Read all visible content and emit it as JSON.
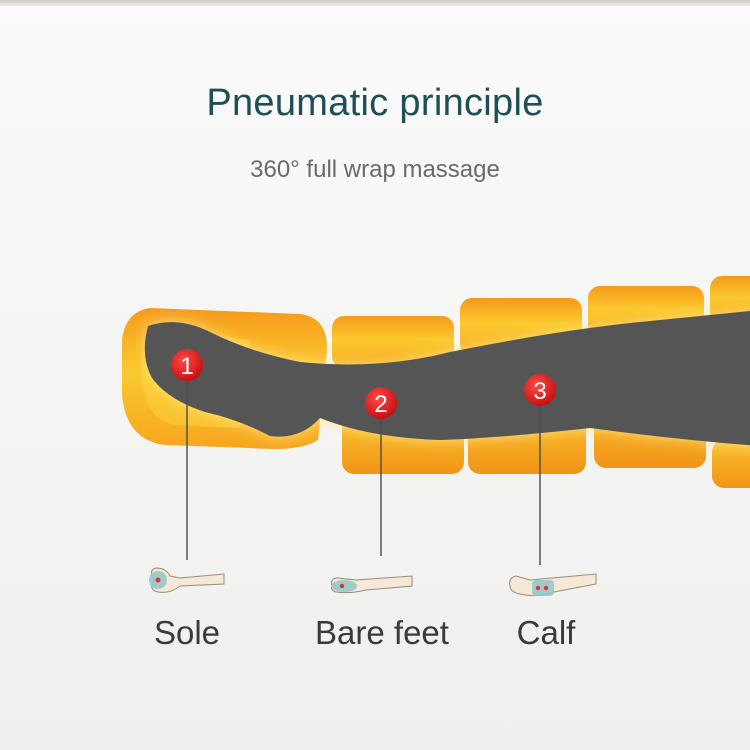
{
  "header": {
    "title": "Pneumatic principle",
    "subtitle": "360° full wrap massage"
  },
  "points": [
    {
      "number": "1",
      "label": "Sole"
    },
    {
      "number": "2",
      "label": "Bare feet"
    },
    {
      "number": "3",
      "label": "Calf"
    }
  ],
  "colors": {
    "airbag_outer": "#f6a21d",
    "airbag_inner": "#fbd33a",
    "leg_silhouette": "#555555",
    "marker": "#e01818",
    "title": "#1f4e55"
  }
}
